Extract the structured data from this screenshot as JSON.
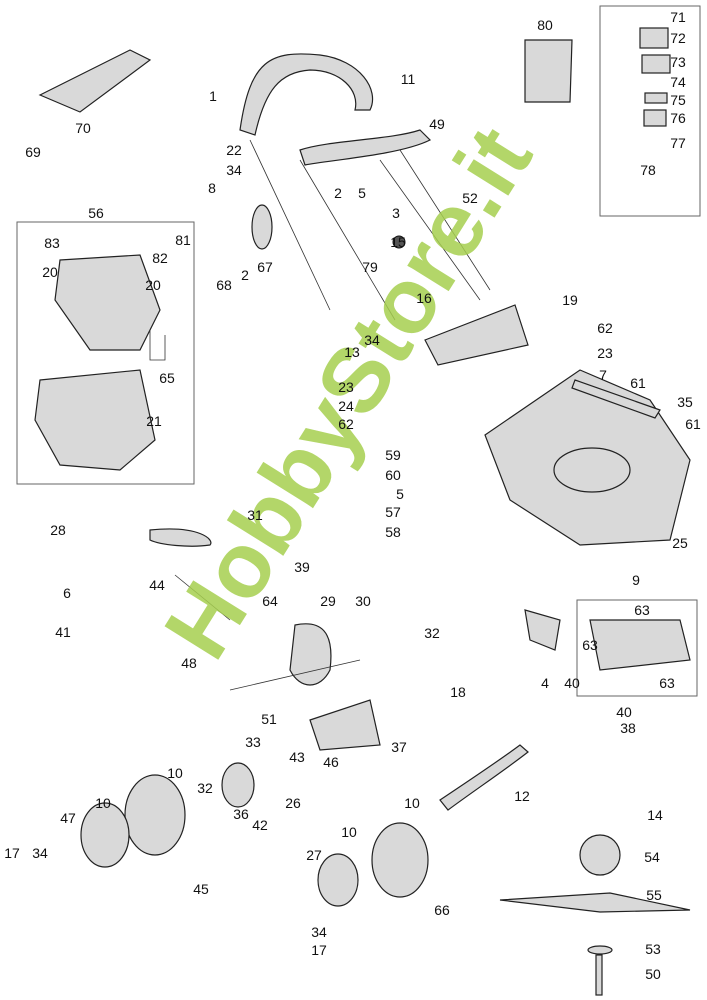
{
  "watermark": "HobbyStore.it",
  "colors": {
    "watermark": "#a6cf4f",
    "lines": "#333333",
    "parts": "#d9d9d9"
  },
  "labels": [
    "70",
    "69",
    "1",
    "11",
    "49",
    "22",
    "34",
    "8",
    "2",
    "5",
    "52",
    "3",
    "15",
    "67",
    "68",
    "2",
    "79",
    "16",
    "19",
    "62",
    "13",
    "34",
    "23",
    "7",
    "61",
    "35",
    "61",
    "23",
    "24",
    "62",
    "59",
    "60",
    "5",
    "57",
    "58",
    "25",
    "80",
    "71",
    "72",
    "73",
    "74",
    "75",
    "76",
    "77",
    "78",
    "56",
    "81",
    "83",
    "82",
    "20",
    "20",
    "65",
    "21",
    "28",
    "31",
    "39",
    "6",
    "44",
    "64",
    "29",
    "30",
    "41",
    "48",
    "32",
    "18",
    "9",
    "63",
    "63",
    "63",
    "4",
    "40",
    "40",
    "38",
    "51",
    "33",
    "43",
    "46",
    "37",
    "12",
    "10",
    "32",
    "36",
    "42",
    "26",
    "10",
    "47",
    "45",
    "17",
    "34",
    "14",
    "54",
    "10",
    "27",
    "10",
    "66",
    "55",
    "34",
    "17",
    "53",
    "50"
  ]
}
